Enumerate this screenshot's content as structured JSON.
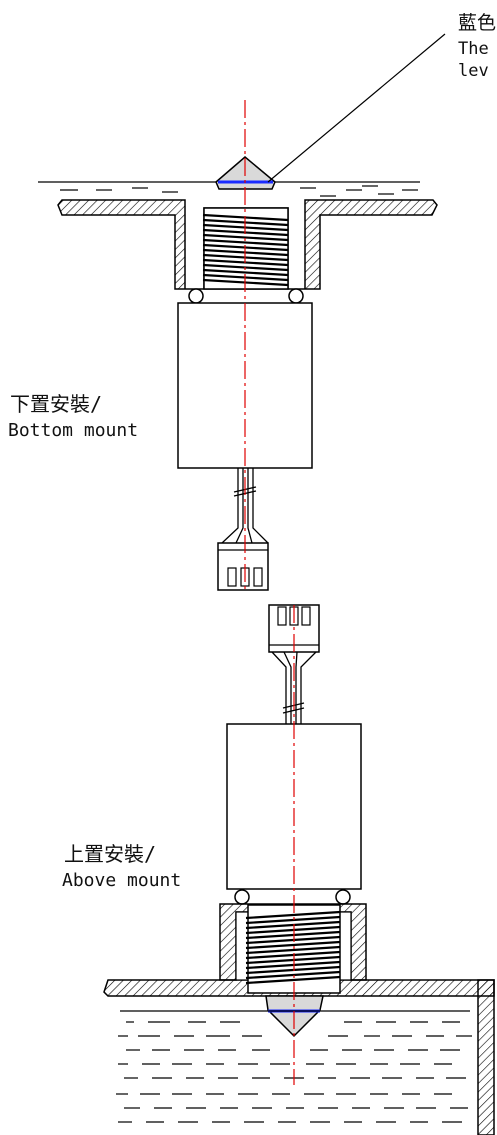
{
  "callout": {
    "line1": "藍色",
    "line2": "The",
    "line3": "lev"
  },
  "bottom_label": {
    "zh": "下置安裝/",
    "en": "Bottom mount"
  },
  "above_label": {
    "zh": "上置安裝/",
    "en": "Above mount"
  },
  "colors": {
    "line": "#000000",
    "centerline": "#e00000",
    "level_marker": "#1a2bff",
    "prism_fill": "#d9d9d9"
  }
}
